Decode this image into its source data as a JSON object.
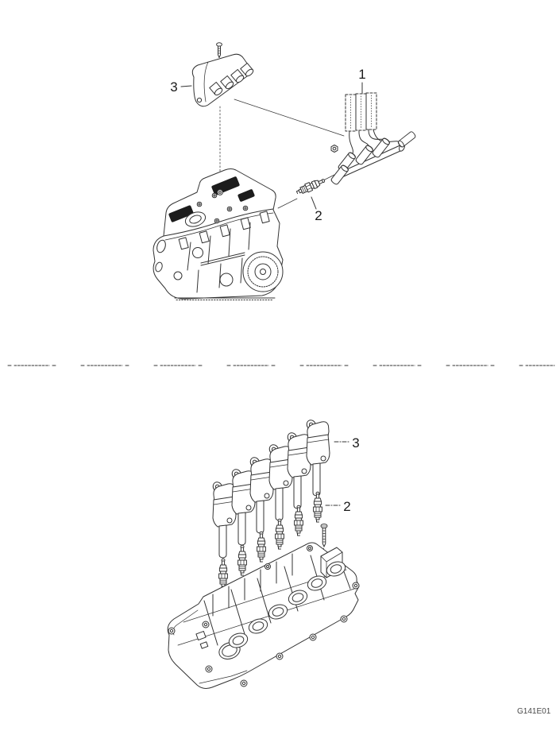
{
  "page": {
    "background": "#ffffff",
    "line_color": "#333333",
    "dark_fill": "#1c1c1c",
    "figure_code": "G141E01"
  },
  "figure_top": {
    "description": "ignition-system-on-engine-exploded-view",
    "parts": [
      "mounting-screw",
      "ignition-coil-pack",
      "spark-plug-wire-set",
      "spark-plug",
      "engine-assembly",
      "retaining-nut"
    ],
    "callouts": [
      {
        "label": "1",
        "part": "spark-plug-wire-set"
      },
      {
        "label": "2",
        "part": "spark-plug"
      },
      {
        "label": "3",
        "part": "ignition-coil-pack"
      }
    ]
  },
  "figure_bottom": {
    "description": "pencil-coils-and-spark-plugs-over-camshaft-cover-exploded-view",
    "parts": [
      "pencil-ignition-coil",
      "spark-plug",
      "coil-bolt",
      "camshaft-cover"
    ],
    "callouts": [
      {
        "label": "2",
        "part": "spark-plug"
      },
      {
        "label": "3",
        "part": "pencil-ignition-coil"
      }
    ]
  }
}
